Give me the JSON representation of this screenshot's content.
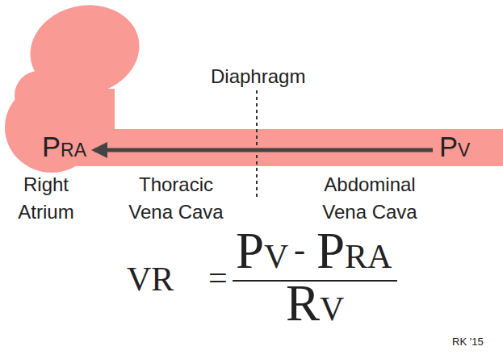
{
  "diagram": {
    "nodes": [
      {
        "text": [
          "PRA"
        ]
      },
      {
        "text": [
          "PV"
        ]
      }
    ],
    "edges": [
      {
        "from": 1,
        "to": 0,
        "arrow": "to"
      }
    ],
    "labels": [
      "Diaphragm",
      "Right Atrium",
      "Thoracic Vena Cava",
      "Abdominal Vena Cava",
      "VR",
      "=",
      "PV",
      "-",
      "PRA",
      "RV",
      "RK '15"
    ]
  }
}
